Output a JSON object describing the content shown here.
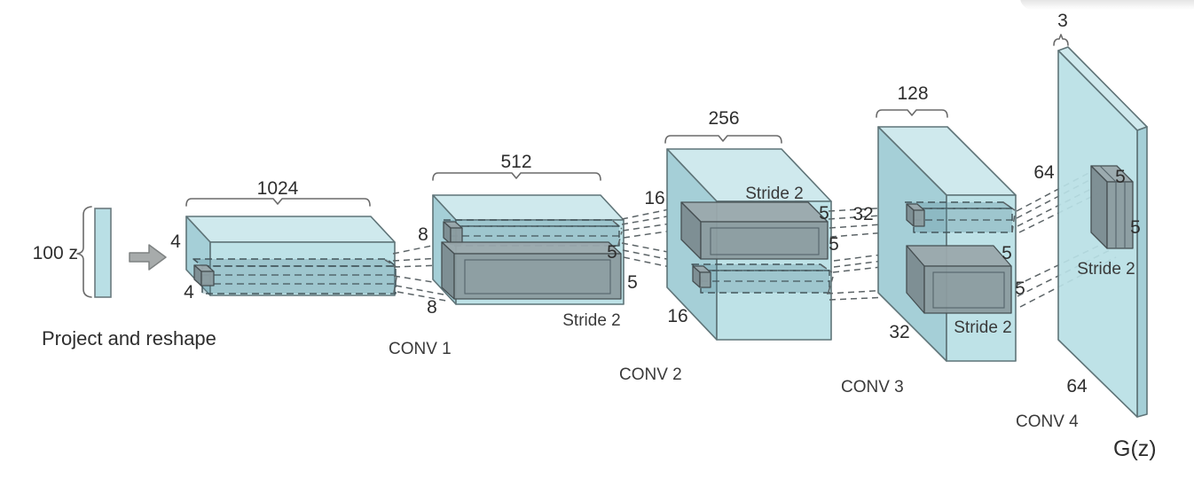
{
  "figure": {
    "title_hidden": "",
    "input": {
      "dim_label": "100 z",
      "caption": "Project and reshape"
    },
    "layers": [
      {
        "id": "reshape",
        "channels": "1024",
        "height": "4",
        "width": "4"
      },
      {
        "id": "conv1",
        "name": "CONV 1",
        "channels": "512",
        "height": "8",
        "width": "8",
        "kernel_h": "5",
        "kernel_w": "5",
        "stride": "Stride 2"
      },
      {
        "id": "conv2",
        "name": "CONV 2",
        "channels": "256",
        "height": "16",
        "width": "16",
        "kernel_h": "5",
        "kernel_w": "5",
        "stride": "Stride 2"
      },
      {
        "id": "conv3",
        "name": "CONV 3",
        "channels": "128",
        "height": "32",
        "width": "32",
        "kernel_h": "5",
        "kernel_w": "5",
        "stride": "Stride 2"
      },
      {
        "id": "conv4",
        "name": "CONV 4",
        "channels": "3",
        "height": "64",
        "width": "64",
        "kernel_h": "5",
        "kernel_w": "5",
        "stride": "Stride 2",
        "output_label": "G(z)"
      }
    ],
    "colors": {
      "box_top": "#cfe9ed",
      "box_front": "#b9dfe5",
      "box_side": "#a5cfd7",
      "box_edge": "#5f7478",
      "filter_top": "#9aa8ac",
      "filter_front": "#8b9b9f",
      "filter_side": "#7b8b90",
      "filter_edge": "#464f52",
      "slab_fill": "rgba(90,140,152,0.32)",
      "dash_line": "#5c6467",
      "text": "#2e2e2e",
      "arrow_fill": "#a7abab",
      "background": "#ffffff"
    }
  }
}
